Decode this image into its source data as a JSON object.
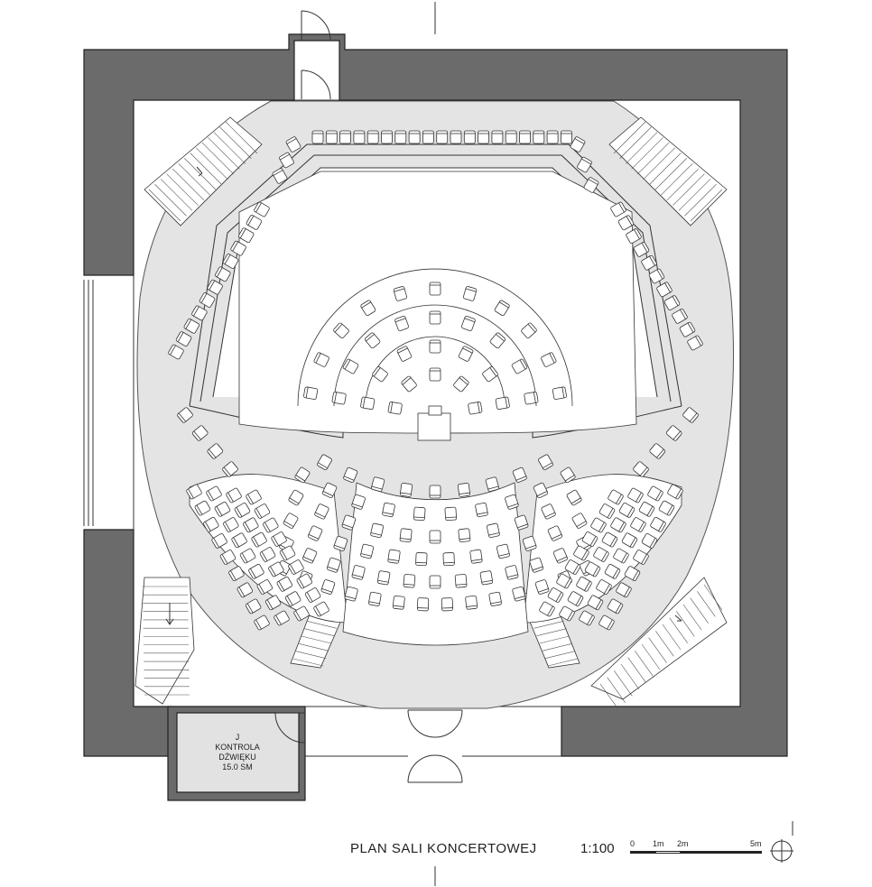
{
  "drawing": {
    "title": "PLAN SALI KONCERTOWEJ",
    "scale": "1:100",
    "scalebar_ticks": [
      "0",
      "1m",
      "2m",
      "5m"
    ]
  },
  "room": {
    "letter": "J",
    "name_line1": "KONTROLA",
    "name_line2": "DŹWIĘKU",
    "area": "15.0 SM"
  },
  "colors": {
    "wall": "#6b6b6b",
    "floor": "#e4e4e4",
    "line": "#333333",
    "seat": "#ffffff"
  },
  "icons": [
    "north-arrow-icon",
    "door-icon",
    "stair-arrow-icon"
  ]
}
